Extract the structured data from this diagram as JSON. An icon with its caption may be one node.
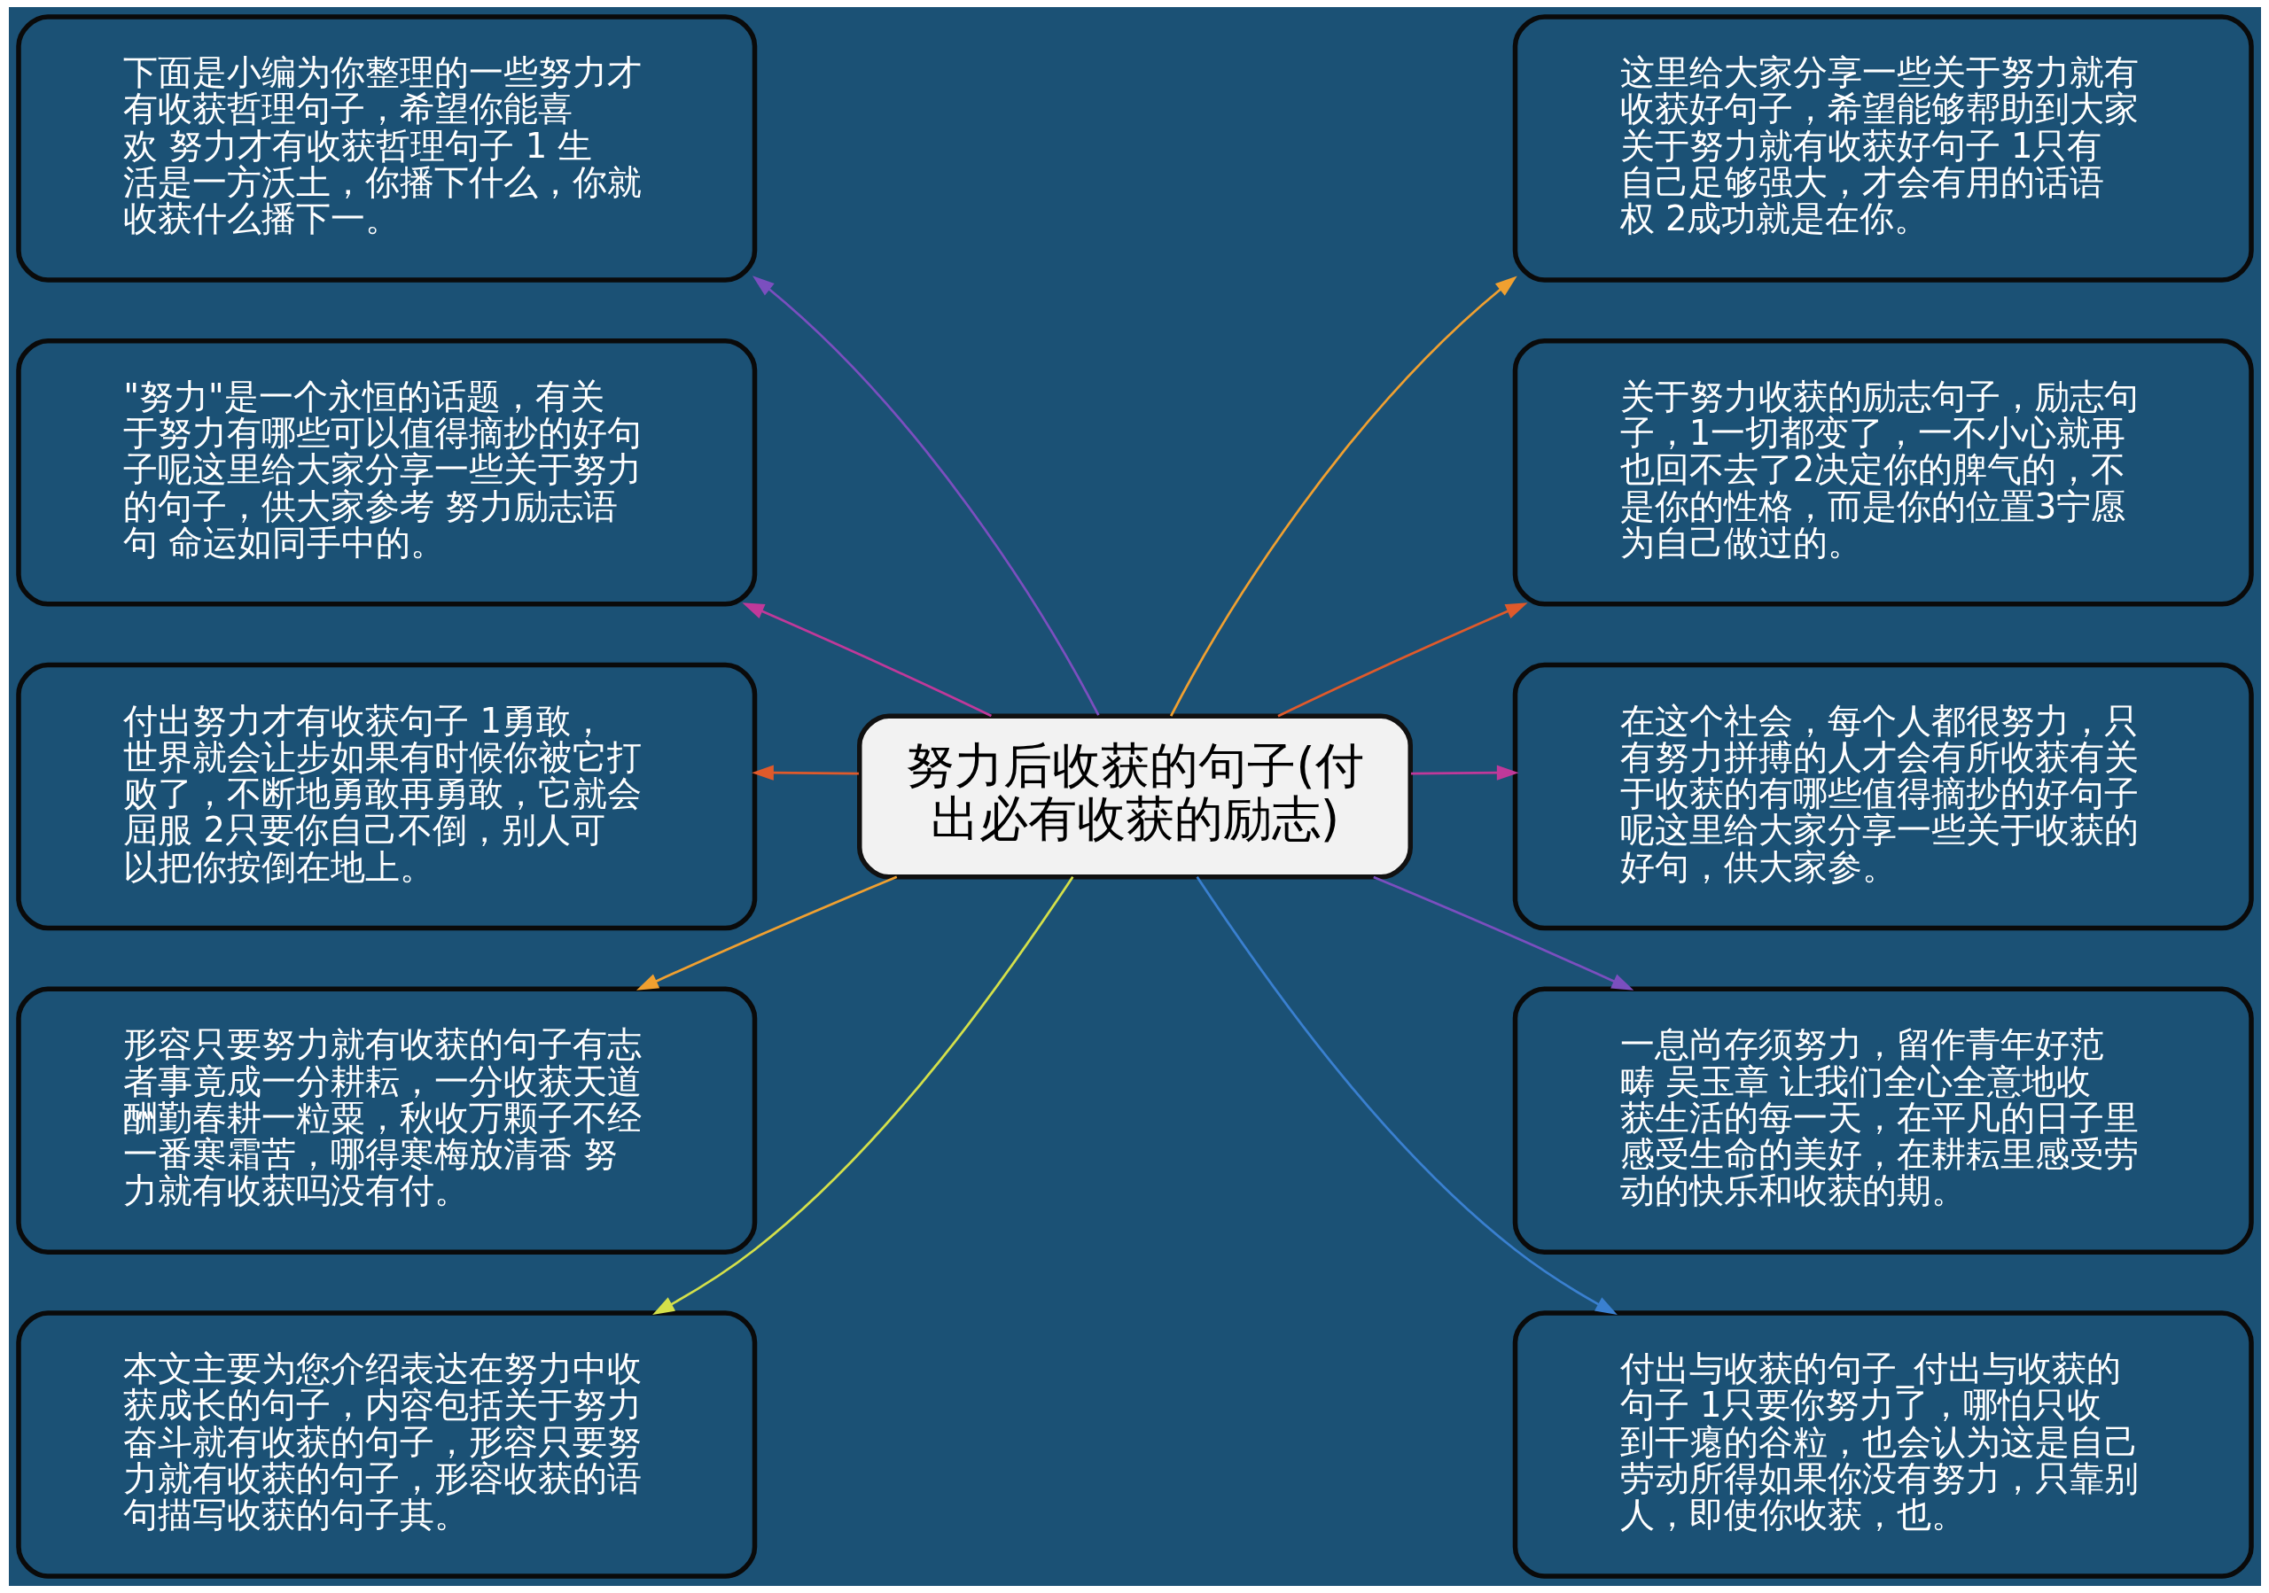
{
  "diagram": {
    "nodes": [
      {
        "text": [
          "努力后收获的句子(付出必有收获的励志)"
        ]
      },
      {
        "text": [
          "下面是小编为你整理的一些努力才有收获哲理句子，希望你能喜欢 努力才有收获哲理句子 1 生活是一方沃土，你播下什么，你就收获什么播下一。"
        ]
      },
      {
        "text": [
          "\"努力\"是一个永恒的话题，有关于努力有哪些可以值得摘抄的好句子呢这里给大家分享一些关于努力的句子，供大家参考 努力励志语句 命运如同手中的。"
        ]
      },
      {
        "text": [
          "付出努力才有收获句子 1勇敢，世界就会让步如果有时候你被它打败了，不断地勇敢再勇敢，它就会屈服 2只要你自己不倒，别人可以把你按倒在地上。"
        ]
      },
      {
        "text": [
          "形容只要努力就有收获的句子有志者事竟成一分耕耘，一分收获天道酬勤春耕一粒粟，秋收万颗子不经一番寒霜苦，哪得寒梅放清香 努力就有收获吗没有付。"
        ]
      },
      {
        "text": [
          "本文主要为您介绍表达在努力中收获成长的句子，内容包括关于努力奋斗就有收获的句子，形容只要努力就有收获的句子，形容收获的语句描写收获的句子其。"
        ]
      },
      {
        "text": [
          "这里给大家分享一些关于努力就有收获好句子，希望能够帮助到大家关于努力就有收获好句子 1只有自己足够强大，才会有用的话语权 2成功就是在你。"
        ]
      },
      {
        "text": [
          "关于努力收获的励志句子，励志句子，1一切都变了，一不小心就再也回不去了2决定你的脾气的，不是你的性格，而是你的位置3宁愿为自己做过的。"
        ]
      },
      {
        "text": [
          "在这个社会，每个人都很努力，只有努力拼搏的人才会有所收获有关于收获的有哪些值得摘抄的好句子呢这里给大家分享一些关于收获的好句，供大家参。"
        ]
      },
      {
        "text": [
          "一息尚存须努力，留作青年好范畴 吴玉章 让我们全心全意地收获生活的每一天，在平凡的日子里感受生命的美好，在耕耘里感受劳动的快乐和收获的期。"
        ]
      },
      {
        "text": [
          "付出与收获的句子_付出与收获的句子 1只要你努力了，哪怕只收到干瘪的谷粒，也会认为这是自己劳动所得如果你没有努力，只靠别人，即使你收获，也。"
        ]
      }
    ],
    "edges": [
      {
        "from": 0,
        "to": 1,
        "arrow": "to",
        "color": "#7b4fbf"
      },
      {
        "from": 0,
        "to": 2,
        "arrow": "to",
        "color": "#c0399a"
      },
      {
        "from": 0,
        "to": 3,
        "arrow": "to",
        "color": "#e05a2b"
      },
      {
        "from": 0,
        "to": 4,
        "arrow": "to",
        "color": "#f0a030"
      },
      {
        "from": 0,
        "to": 5,
        "arrow": "to",
        "color": "#d4e04a"
      },
      {
        "from": 0,
        "to": 6,
        "arrow": "to",
        "color": "#f0a030"
      },
      {
        "from": 0,
        "to": 7,
        "arrow": "to",
        "color": "#e05a2b"
      },
      {
        "from": 0,
        "to": 8,
        "arrow": "to",
        "color": "#c0399a"
      },
      {
        "from": 0,
        "to": 9,
        "arrow": "to",
        "color": "#7b4fbf"
      },
      {
        "from": 0,
        "to": 10,
        "arrow": "to",
        "color": "#3a80d0"
      }
    ]
  }
}
